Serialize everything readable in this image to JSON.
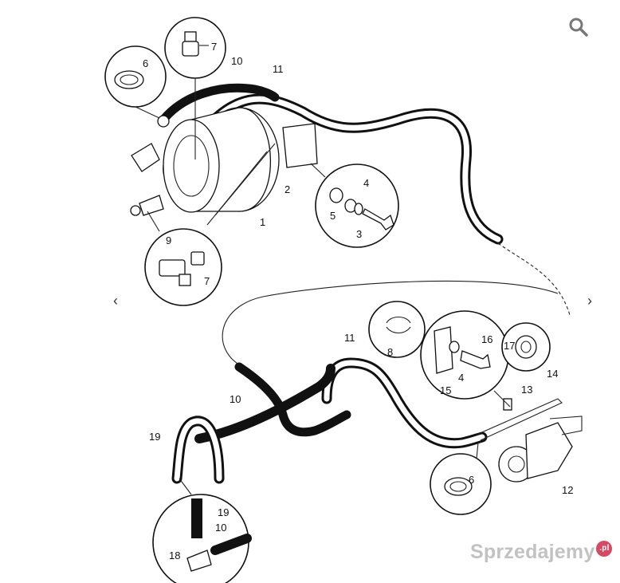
{
  "labels": {
    "l1": "1",
    "l2": "2",
    "l3": "3",
    "l4a": "4",
    "l4b": "4",
    "l5": "5",
    "l6a": "6",
    "l6b": "6",
    "l7a": "7",
    "l7b": "7",
    "l8": "8",
    "l9": "9",
    "l10a": "10",
    "l10b": "10",
    "l10c": "10",
    "l11a": "11",
    "l11b": "11",
    "l12": "12",
    "l13": "13",
    "l14": "14",
    "l15": "15",
    "l16": "16",
    "l17": "17",
    "l18": "18",
    "l19a": "19",
    "l19b": "19"
  },
  "controls": {
    "search_icon": "search-icon",
    "prev_icon": "chevron-left-icon",
    "next_icon": "chevron-right-icon",
    "prev_glyph": "‹",
    "next_glyph": "›"
  },
  "watermark": {
    "text": "Sprzedajemy",
    "badge": ".pl"
  },
  "colors": {
    "highlight": "#f5e6a0",
    "line": "#111111"
  }
}
